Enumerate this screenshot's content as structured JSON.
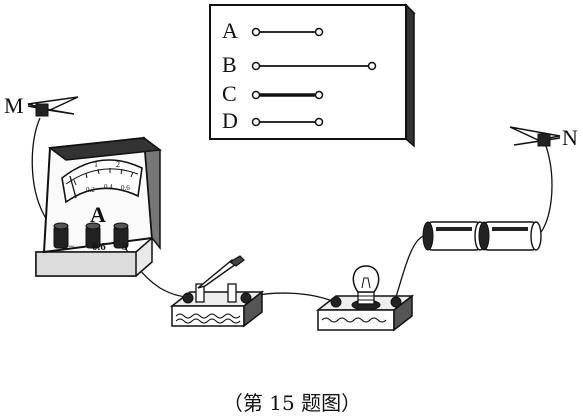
{
  "board": {
    "wires": [
      {
        "label": "A",
        "kind": "short-thin"
      },
      {
        "label": "B",
        "kind": "long-thin"
      },
      {
        "label": "C",
        "kind": "short-thick"
      },
      {
        "label": "D",
        "kind": "short-thin"
      }
    ]
  },
  "clips": {
    "left": "M",
    "right": "N"
  },
  "ammeter": {
    "unit_label": "A",
    "terminals": [
      "−",
      "0.6",
      "3"
    ],
    "scale_top": [
      "1",
      "2"
    ],
    "scale_bottom": [
      "0.2",
      "0.4",
      "0.6"
    ]
  },
  "caption": "（第 15 题图）"
}
